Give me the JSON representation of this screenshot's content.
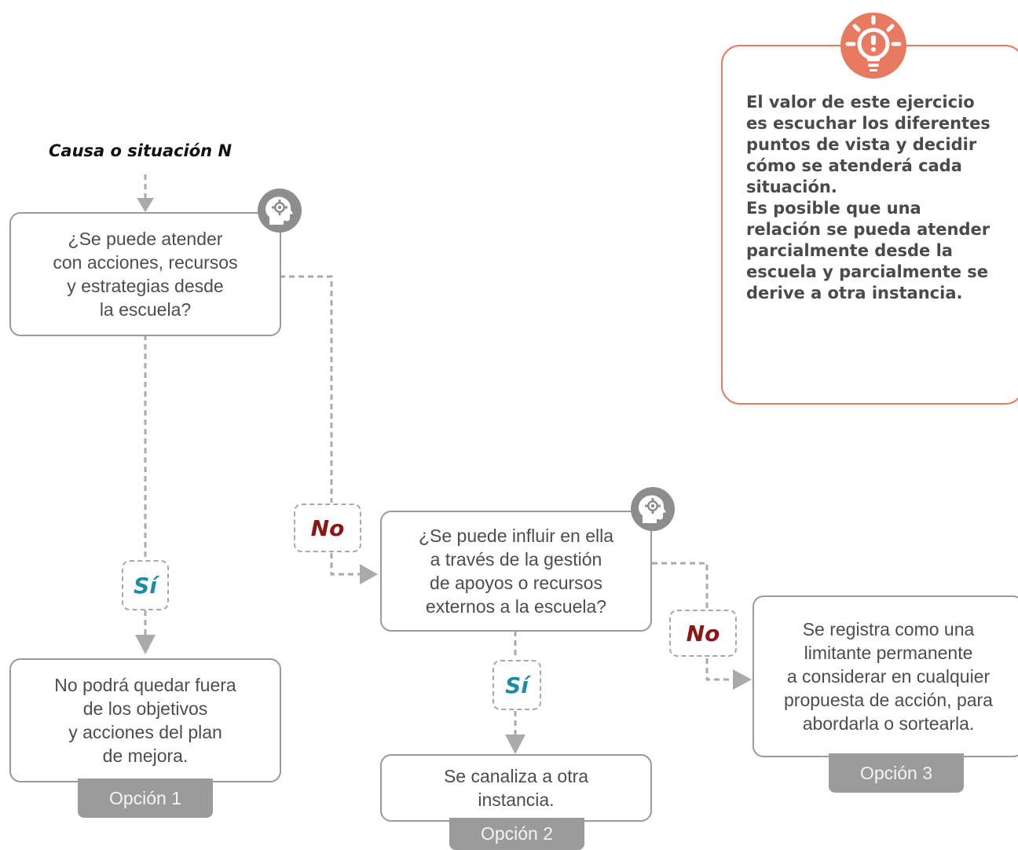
{
  "heading": "Causa o situación N",
  "note": {
    "text": "El valor de este ejercicio\nes escuchar los diferentes\npuntos de vista y decidir\ncómo se atenderá cada\nsituación.\nEs posible que una\nrelación se pueda atender\nparcialmente desde la\nescuela y parcialmente se\nderive a otra instancia.",
    "icon": "lightbulb-icon",
    "border_color": "#e97a62",
    "icon_color": "#e97a62"
  },
  "nodes": {
    "question1": "¿Se puede atender\ncon acciones, recursos\ny estrategias desde\nla escuela?",
    "question2": "¿Se puede influir en ella\na través de la gestión\nde apoyos o recursos\nexternos a la escuela?",
    "outcome1": "No podrá quedar fuera\nde los objetivos\ny acciones del plan\nde mejora.",
    "outcome2": "Se canaliza a otra\ninstancia.",
    "outcome3": "Se registra como una\nlimitante permanente\na considerar en cualquier\npropuesta de acción, para\nabordarla o sortearla."
  },
  "labels": {
    "yes1": "Sí",
    "no1": "No",
    "yes2": "Sí",
    "no2": "No"
  },
  "options": {
    "option1": "Opción 1",
    "option2": "Opción 2",
    "option3": "Opción 3"
  },
  "icons": {
    "question_icon": "head-gear-icon"
  },
  "colors": {
    "yes_label": "#1d8aa6",
    "no_label": "#8c1515",
    "connector": "#a8a8a8",
    "option_fill": "#9b9b9b"
  }
}
